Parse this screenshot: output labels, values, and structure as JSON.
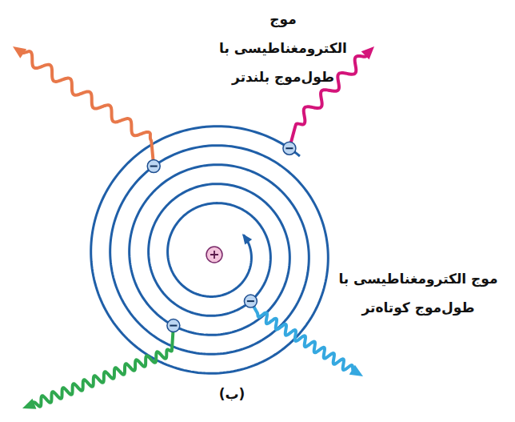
{
  "diagram": {
    "labels": [
      "موج الکترومغناطیسی با طول‌موج بلندتر",
      "موج الکترومغناطیسی با طول‌موج کوتاه‌تر",
      "(ب)"
    ]
  }
}
